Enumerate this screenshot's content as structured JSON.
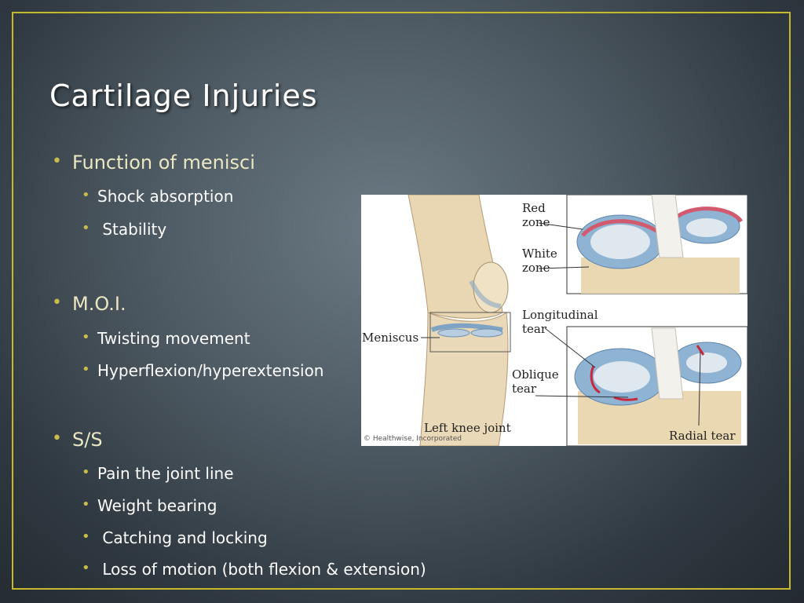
{
  "slide": {
    "title": "Cartilage Injuries",
    "frame_color": "#c8b82c",
    "bullet_color": "#c9bd4a",
    "sections": [
      {
        "heading": "Function of menisci",
        "items": [
          "Shock absorption",
          " Stability"
        ]
      },
      {
        "heading": "M.O.I.",
        "items": [
          "Twisting movement",
          "Hyperflexion/hyperextension"
        ]
      },
      {
        "heading": "S/S",
        "items": [
          "Pain the joint line",
          "Weight bearing",
          " Catching and locking",
          " Loss of motion (both flexion & extension)"
        ]
      }
    ]
  },
  "figure": {
    "labels": {
      "red_zone": "Red\nzone",
      "white_zone": "White\nzone",
      "longitudinal_tear": "Longitudinal\ntear",
      "meniscus": "Meniscus",
      "oblique_tear": "Oblique\ntear",
      "left_knee_joint": "Left knee joint",
      "radial_tear": "Radial tear"
    },
    "credit": "© Healthwise, Incorporated"
  }
}
